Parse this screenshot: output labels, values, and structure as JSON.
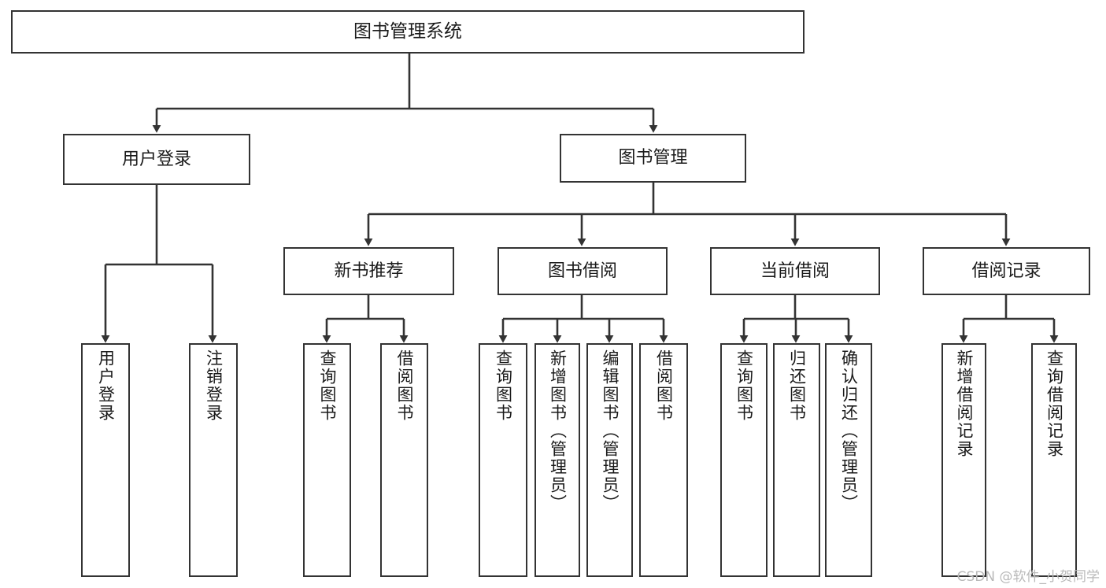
{
  "diagram": {
    "title": "图书管理系统",
    "watermark": "CSDN @软件_小贺同学",
    "line_color": "#333333",
    "box_fill": "#ffffff",
    "text_color": "#1a1a1a",
    "background": "#ffffff",
    "nodes": {
      "root": {
        "label": "图书管理系统"
      },
      "level1": [
        {
          "label": "用户登录"
        },
        {
          "label": "图书管理"
        }
      ],
      "level2": [
        {
          "label": "新书推荐"
        },
        {
          "label": "图书借阅"
        },
        {
          "label": "当前借阅"
        },
        {
          "label": "借阅记录"
        }
      ],
      "leaves": {
        "user_login": [
          {
            "label": "用户登录"
          },
          {
            "label": "注销登录"
          }
        ],
        "new_book_rec": [
          {
            "label": "查询图书"
          },
          {
            "label": "借阅图书"
          }
        ],
        "book_borrow": [
          {
            "label": "查询图书"
          },
          {
            "label": "新增图书（管理员）"
          },
          {
            "label": "编辑图书（管理员）"
          },
          {
            "label": "借阅图书"
          }
        ],
        "current_borrow": [
          {
            "label": "查询图书"
          },
          {
            "label": "归还图书"
          },
          {
            "label": "确认归还（管理员）"
          }
        ],
        "borrow_record": [
          {
            "label": "新增借阅记录"
          },
          {
            "label": "查询借阅记录"
          }
        ]
      }
    }
  }
}
